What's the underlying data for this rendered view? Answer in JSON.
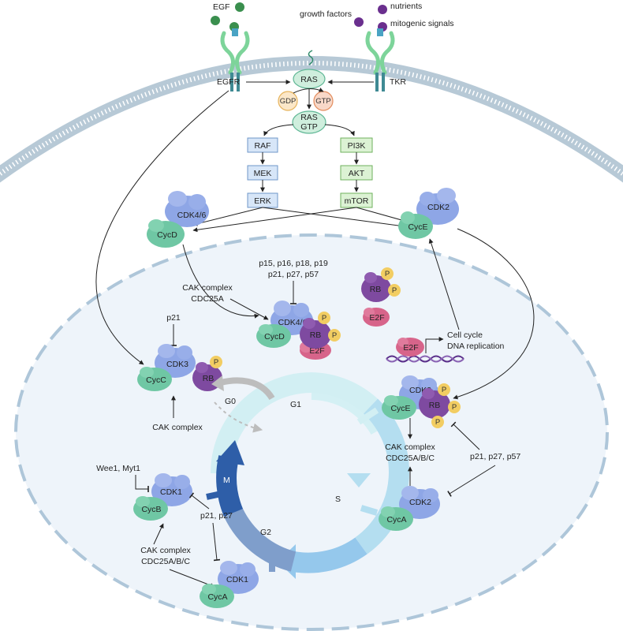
{
  "colors": {
    "membrane": "#b7c9d6",
    "nucleus_fill": "#eef4fa",
    "nucleus_border": "#aec6d9",
    "cyclin": "#6fc7a4",
    "cdk": "#8ea6e6",
    "rb": "#7e4aa0",
    "phospho": "#f2cd62",
    "e2f": "#d7648a",
    "ras": "#cfeedd",
    "pathway_blue": "#d7e6f8",
    "pathway_green": "#dcf2d4",
    "cycle_light": "#c7ecf2",
    "cycle_mid": "#8fc6ea",
    "cycle_dark": "#2e5ea8"
  },
  "ligands": {
    "egf": "EGF",
    "growth_factors": "growth factors",
    "nutrients": "nutrients",
    "mitogenic_signals": "mitogenic signals"
  },
  "receptors": {
    "egfr": "EGFR",
    "tkr": "TKR"
  },
  "ras": {
    "ras": "RAS",
    "gdp": "GDP",
    "gtp": "GTP",
    "ras_gtp_line1": "RAS",
    "ras_gtp_line2": "GTP"
  },
  "pathways": {
    "mapk": [
      "RAF",
      "MEK",
      "ERK"
    ],
    "pi3k": [
      "PI3K",
      "AKT",
      "mTOR"
    ]
  },
  "complexes": {
    "cdk46_top": {
      "cdk": "CDK4/6",
      "cyclin": "CycD"
    },
    "cdk2_top": {
      "cdk": "CDK2",
      "cyclin": "CycE"
    },
    "cdk46_nuc": {
      "cdk": "CDK4/6",
      "cyclin": "CycD",
      "rb": "RB",
      "e2f": "E2F"
    },
    "cdk3": {
      "cdk": "CDK3",
      "cyclin": "CycC",
      "rb": "RB"
    },
    "cdk2_e": {
      "cdk": "CDK2",
      "cyclin": "CycE",
      "rb": "RB"
    },
    "cdk2_a": {
      "cdk": "CDK2",
      "cyclin": "CycA"
    },
    "cdk1_b": {
      "cdk": "CDK1",
      "cyclin": "CycB"
    },
    "cdk1_a": {
      "cdk": "CDK1",
      "cyclin": "CycA"
    },
    "free_rb": "RB",
    "free_e2f": "E2F",
    "dna_e2f": "E2F",
    "phospho": "P"
  },
  "regulators": {
    "inhibitors_line1": "p15, p16, p18, p19",
    "inhibitors_line2": "p21, p27, p57",
    "cak_cdc25a_line1": "CAK complex",
    "cak_cdc25a_line2": "CDC25A",
    "p21_cdk3": "p21",
    "cak_cdk3": "CAK complex",
    "cak_cdc25abc_right_line1": "CAK complex",
    "cak_cdc25abc_right_line2": "CDC25A/B/C",
    "p21_p27_p57_right": "p21, p27, p57",
    "wee1_myt1": "Wee1, Myt1",
    "p21_p27_left": "p21, p27",
    "cak_cdc25abc_left_line1": "CAK complex",
    "cak_cdc25abc_left_line2": "CDC25A/B/C",
    "cell_cycle_line1": "Cell cycle",
    "cell_cycle_line2": "DNA replication"
  },
  "cycle": {
    "g0": "G0",
    "g1": "G1",
    "s": "S",
    "g2": "G2",
    "m": "M"
  }
}
